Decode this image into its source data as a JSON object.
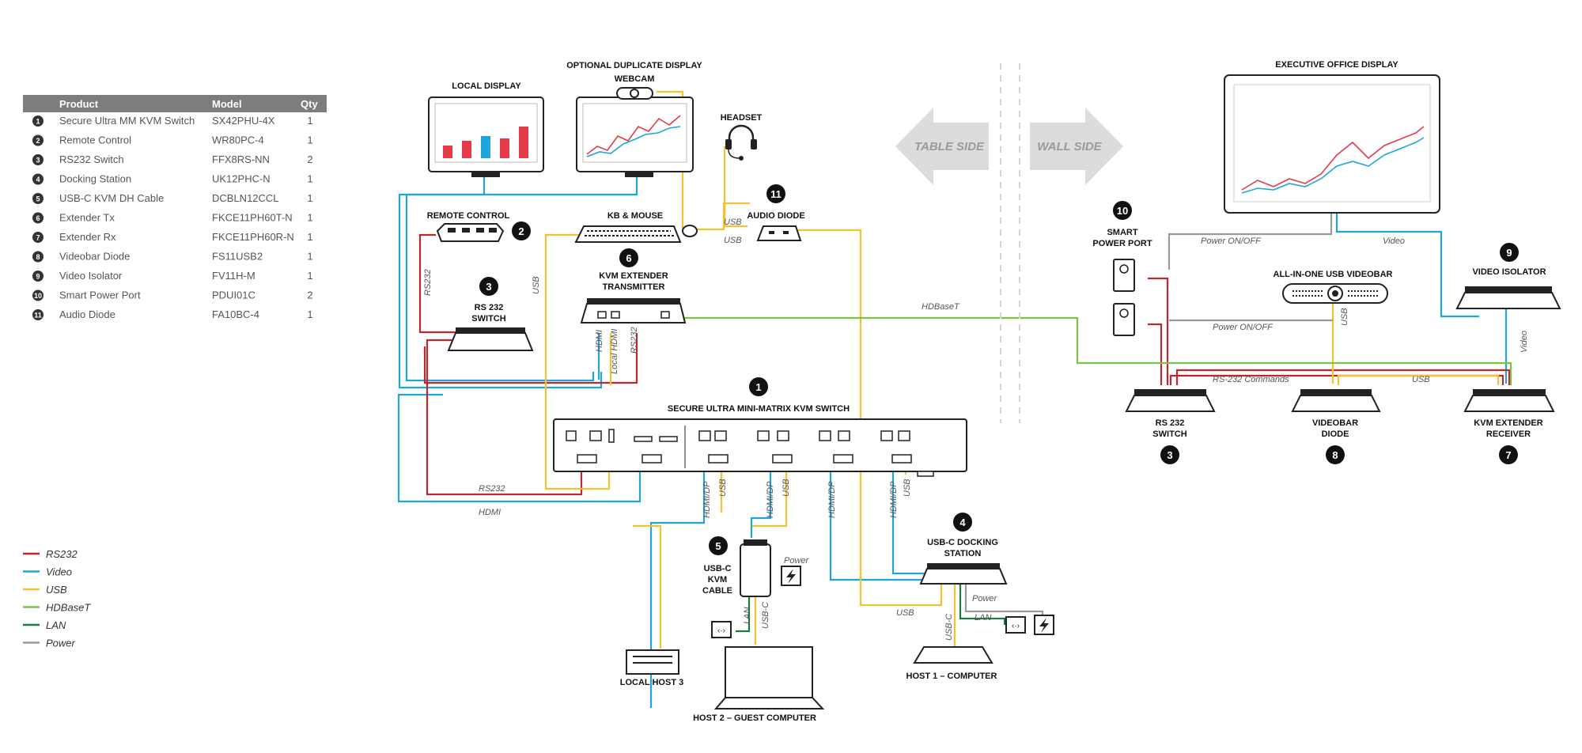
{
  "product_table": {
    "headers": [
      "Product",
      "Model",
      "Qty"
    ],
    "rows": [
      {
        "num": "1",
        "product": "Secure Ultra MM KVM Switch",
        "model": "SX42PHU-4X",
        "qty": "1"
      },
      {
        "num": "2",
        "product": "Remote Control",
        "model": "WR80PC-4",
        "qty": "1"
      },
      {
        "num": "3",
        "product": "RS232 Switch",
        "model": "FFX8RS-NN",
        "qty": "2"
      },
      {
        "num": "4",
        "product": "Docking Station",
        "model": "UK12PHC-N",
        "qty": "1"
      },
      {
        "num": "5",
        "product": "USB-C KVM DH Cable",
        "model": "DCBLN12CCL",
        "qty": "1"
      },
      {
        "num": "6",
        "product": "Extender Tx",
        "model": "FKCE11PH60T-N",
        "qty": "1"
      },
      {
        "num": "7",
        "product": "Extender Rx",
        "model": "FKCE11PH60R-N",
        "qty": "1"
      },
      {
        "num": "8",
        "product": "Videobar Diode",
        "model": "FS11USB2",
        "qty": "1"
      },
      {
        "num": "9",
        "product": "Video Isolator",
        "model": "FV11H-M",
        "qty": "1"
      },
      {
        "num": "10",
        "product": "Smart Power Port",
        "model": "PDUI01C",
        "qty": "2"
      },
      {
        "num": "11",
        "product": "Audio Diode",
        "model": "FA10BC-4",
        "qty": "1"
      }
    ]
  },
  "legend": [
    {
      "label": "RS232",
      "color": "#c0272d"
    },
    {
      "label": "Video",
      "color": "#1ea5dc"
    },
    {
      "label": "USB",
      "color": "#f6c12e"
    },
    {
      "label": "HDBaseT",
      "color": "#7dc242"
    },
    {
      "label": "LAN",
      "color": "#1a7d43"
    },
    {
      "label": "Power",
      "color": "#9a9a9a"
    }
  ],
  "sides": {
    "table": "TABLE SIDE",
    "wall": "WALL SIDE"
  },
  "devices": {
    "local_display": "LOCAL DISPLAY",
    "optional_display": "OPTIONAL DUPLICATE DISPLAY",
    "webcam": "WEBCAM",
    "headset": "HEADSET",
    "remote_control": "REMOTE CONTROL",
    "kb_mouse": "KB & MOUSE",
    "audio_diode": "AUDIO DIODE",
    "rs232_switch_line1": "RS 232",
    "rs232_switch_line2": "SWITCH",
    "kvm_tx_line1": "KVM EXTENDER",
    "kvm_tx_line2": "TRANSMITTER",
    "kvm_switch": "SECURE ULTRA MINI-MATRIX KVM SWITCH",
    "usbc_cable_line1": "USB-C",
    "usbc_cable_line2": "KVM",
    "usbc_cable_line3": "CABLE",
    "docking_line1": "USB-C DOCKING",
    "docking_line2": "STATION",
    "local_host3": "LOCAL HOST 3",
    "host2": "HOST 2 – GUEST COMPUTER",
    "host1": "HOST 1 – COMPUTER",
    "exec_display": "EXECUTIVE OFFICE DISPLAY",
    "smart_power_line1": "SMART",
    "smart_power_line2": "POWER PORT",
    "videobar": "ALL-IN-ONE USB VIDEOBAR",
    "video_isolator": "VIDEO ISOLATOR",
    "rs232_switch_r_line1": "RS 232",
    "rs232_switch_r_line2": "SWITCH",
    "videobar_diode_line1": "VIDEOBAR",
    "videobar_diode_line2": "DIODE",
    "kvm_rx_line1": "KVM EXTENDER",
    "kvm_rx_line2": "RECEIVER"
  },
  "badges": {
    "b1": "1",
    "b2": "2",
    "b3": "3",
    "b3r": "3",
    "b4": "4",
    "b5": "5",
    "b6": "6",
    "b7": "7",
    "b8": "8",
    "b9": "9",
    "b10": "10",
    "b11": "11"
  },
  "cable_labels": {
    "rs232_v": "RS232",
    "usb_v": "USB",
    "hdmi_v": "HDMI",
    "local_hdmi_v": "Local HDMI",
    "rs232_tx_v": "RS232",
    "rs232_bottom": "RS232",
    "hdmi_bottom": "HDMI",
    "usb_kb": "USB",
    "usb_kb2": "USB",
    "hdbaset": "HDBaseT",
    "hdmi_dp_1": "HDMI/DP",
    "usb_1": "USB",
    "hdmi_dp_2": "HDMI/DP",
    "usb_2": "USB",
    "hdmi_dp_3": "HDMI/DP",
    "hdmi_dp_4": "HDMI/DP",
    "usb_4": "USB",
    "power_c5": "Power",
    "lan_c5": "LAN",
    "usbc_c5": "USB-C",
    "power_dock": "Power",
    "lan_dock": "LAN",
    "usb_dock": "USB",
    "usbc_dock": "USB-C",
    "power_onoff_1": "Power ON/OFF",
    "power_onoff_2": "Power ON/OFF",
    "video_right": "Video",
    "video_iso": "Video",
    "usb_videobar": "USB",
    "rs232_commands": "RS-232 Commands",
    "usb_right": "USB"
  }
}
